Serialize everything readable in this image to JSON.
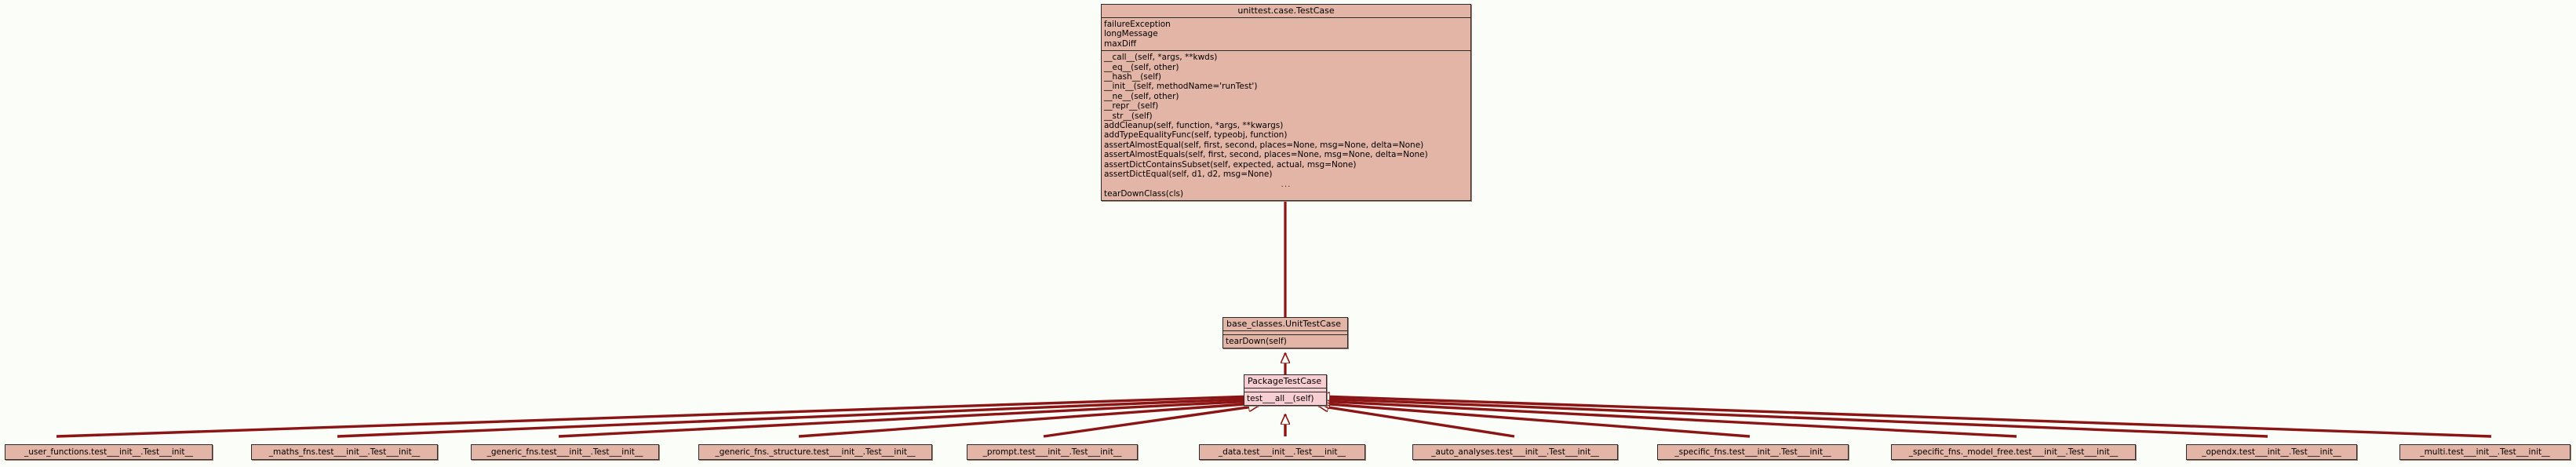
{
  "diagram": {
    "type": "uml-class-inheritance",
    "background_color": "#fbfdf8",
    "class_fill_color": "#e3b5a7",
    "subject_fill_color": "#f7ced2",
    "edge_color": "#8b1414",
    "border_color": "#2b2b2b"
  },
  "root_class": {
    "name": "unittest.case.TestCase",
    "attributes": [
      "failureException",
      "longMessage",
      "maxDiff"
    ],
    "methods": [
      "__call__(self, *args, **kwds)",
      "__eq__(self, other)",
      "__hash__(self)",
      "__init__(self, methodName='runTest')",
      "__ne__(self, other)",
      "__repr__(self)",
      "__str__(self)",
      "addCleanup(self, function, *args, **kwargs)",
      "addTypeEqualityFunc(self, typeobj, function)",
      "assertAlmostEqual(self, first, second, places=None, msg=None, delta=None)",
      "assertAlmostEquals(self, first, second, places=None, msg=None, delta=None)",
      "assertDictContainsSubset(self, expected, actual, msg=None)",
      "assertDictEqual(self, d1, d2, msg=None)"
    ],
    "truncation_marker": "...",
    "last_method": "tearDownClass(cls)"
  },
  "middle_class": {
    "name": "base_classes.UnitTestCase",
    "attributes": [],
    "methods": [
      "tearDown(self)"
    ]
  },
  "subject_class": {
    "name": "PackageTestCase",
    "attributes": [],
    "methods": [
      "test___all__(self)"
    ]
  },
  "leaf_classes": [
    {
      "label": "_user_functions.test___init__.Test___init__"
    },
    {
      "label": "_maths_fns.test___init__.Test___init__"
    },
    {
      "label": "_generic_fns.test___init__.Test___init__"
    },
    {
      "label": "_generic_fns._structure.test___init__.Test___init__"
    },
    {
      "label": "_prompt.test___init__.Test___init__"
    },
    {
      "label": "_data.test___init__.Test___init__"
    },
    {
      "label": "_auto_analyses.test___init__.Test___init__"
    },
    {
      "label": "_specific_fns.test___init__.Test___init__"
    },
    {
      "label": "_specific_fns._model_free.test___init__.Test___init__"
    },
    {
      "label": "_opendx.test___init__.Test___init__"
    },
    {
      "label": "_multi.test___init__.Test___init__"
    }
  ]
}
